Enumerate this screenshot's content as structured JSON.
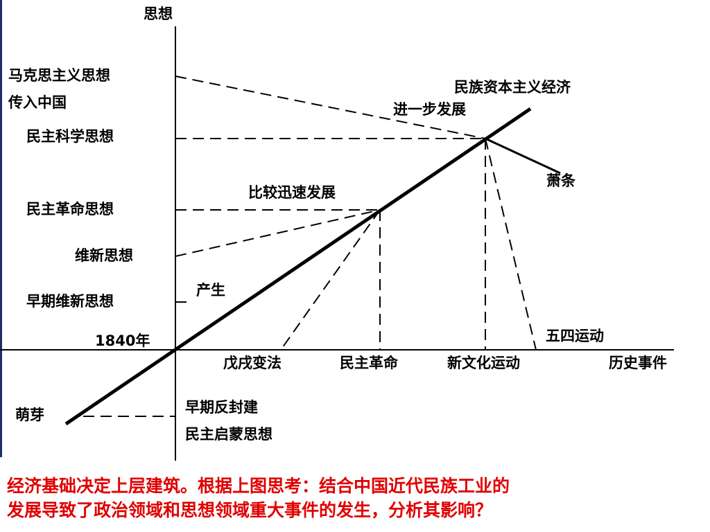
{
  "axes": {
    "y_title": "思想",
    "x_title": "历史事件",
    "origin_label": "1840年"
  },
  "y_labels": {
    "marxism_line1": "马克思主义思想",
    "marxism_line2": "传入中国",
    "democracy_science": "民主科学思想",
    "democratic_revolution": "民主革命思想",
    "reform": "维新思想",
    "early_reform": "早期维新思想"
  },
  "x_labels": {
    "wuxu": "戊戌变法",
    "revolution": "民主革命",
    "new_culture": "新文化运动"
  },
  "curve_labels": {
    "national_capitalism": "民族资本主义经济",
    "further_development": "进一步发展",
    "rapid_development": "比较迅速发展",
    "emergence": "产生",
    "depression": "萧条",
    "may_fourth": "五四运动",
    "sprouting": "萌芽",
    "early_anti_feudal_line1": "早期反封建",
    "early_anti_feudal_line2": "民主启蒙思想"
  },
  "caption": {
    "line1": "经济基础决定上层建筑。根据上图思考：结合中国近代民族工业的",
    "line2": "发展导致了政治领域和思想领域重大事件的发生，分析其影响？"
  },
  "colors": {
    "caption": "#e00000",
    "lines": "#000000"
  }
}
